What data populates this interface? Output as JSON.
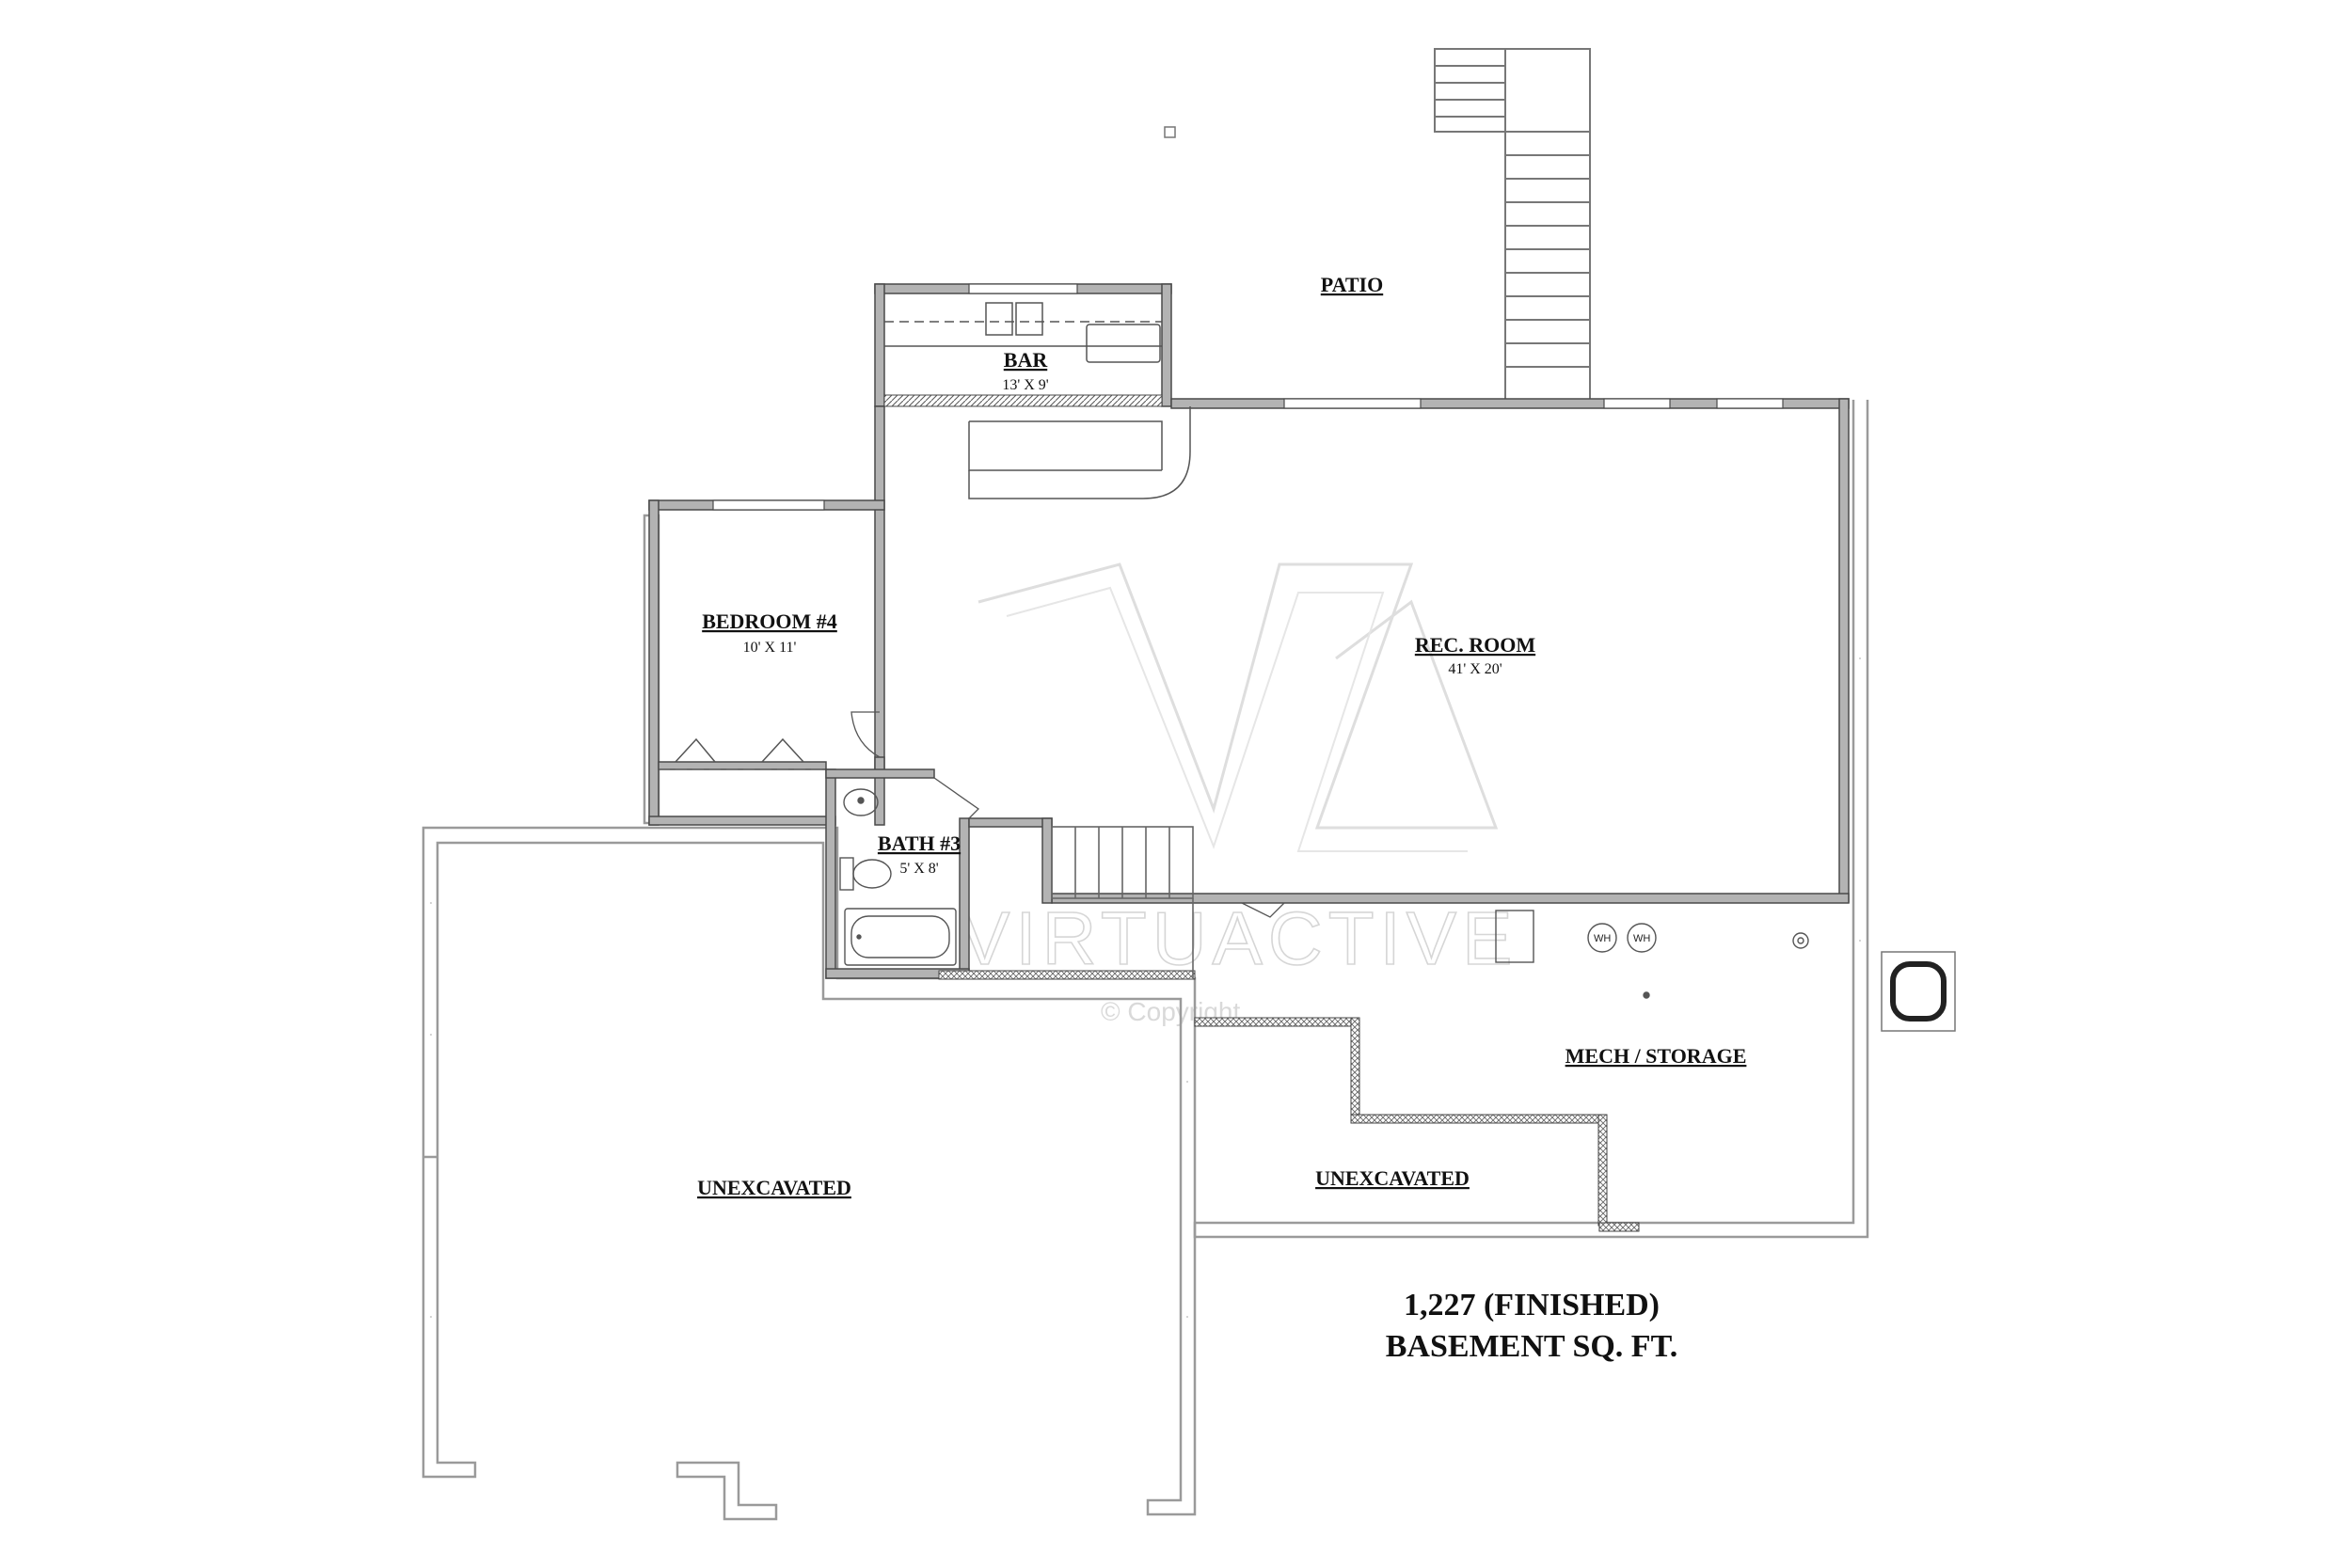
{
  "rooms": {
    "patio": {
      "label": "PATIO"
    },
    "bar": {
      "label": "BAR",
      "dims": "13' X 9'"
    },
    "bedroom4": {
      "label": "BEDROOM #4",
      "dims": "10' X 11'"
    },
    "rec_room": {
      "label": "REC. ROOM",
      "dims": "41' X 20'"
    },
    "bath3": {
      "label": "BATH #3",
      "dims": "5' X 8'"
    },
    "mech_storage": {
      "label": "MECH / STORAGE"
    },
    "unexcavated_left": {
      "label": "UNEXCAVATED"
    },
    "unexcavated_right": {
      "label": "UNEXCAVATED"
    }
  },
  "fixtures": {
    "water_heater_label": "WH"
  },
  "summary": {
    "line1": "1,227 (FINISHED)",
    "line2": "BASEMENT SQ. FT."
  },
  "watermark": {
    "brand": "VIRTUACTIVE",
    "copyright": "© Copyright"
  },
  "colors": {
    "wall_fill": "#b3b3b3",
    "wall_stroke": "#4a4a4a",
    "foundation_stroke": "#9a9a9a"
  }
}
